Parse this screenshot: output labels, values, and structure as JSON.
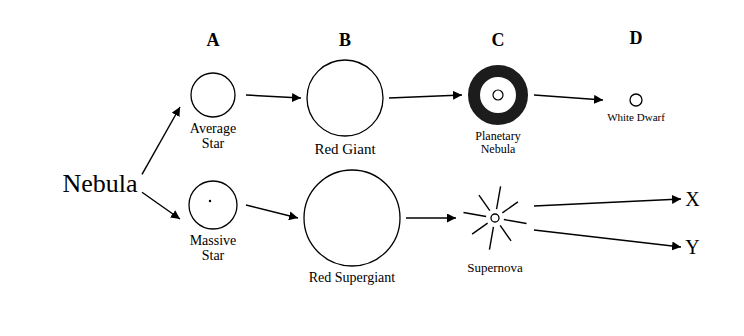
{
  "diagram": {
    "nodes": [
      {
        "text": [
          "Nebula"
        ]
      },
      {
        "text": [
          "Average Star"
        ]
      },
      {
        "text": [
          "Red Giant"
        ]
      },
      {
        "text": [
          "Planetary Nebula"
        ]
      },
      {
        "text": [
          "White Dwarf"
        ]
      },
      {
        "text": [
          "Massive Star"
        ]
      },
      {
        "text": [
          "Red Supergiant"
        ]
      },
      {
        "text": [
          "Supernova"
        ]
      },
      {
        "text": [
          "X"
        ]
      },
      {
        "text": [
          "Y"
        ]
      }
    ],
    "edges": [
      {
        "from": 0,
        "to": 1,
        "arrow": "to"
      },
      {
        "from": 0,
        "to": 5,
        "arrow": "to"
      },
      {
        "from": 1,
        "to": 2,
        "arrow": "to"
      },
      {
        "from": 2,
        "to": 3,
        "arrow": "to"
      },
      {
        "from": 3,
        "to": 4,
        "arrow": "to"
      },
      {
        "from": 5,
        "to": 6,
        "arrow": "to"
      },
      {
        "from": 6,
        "to": 7,
        "arrow": "to"
      },
      {
        "from": 7,
        "to": 8,
        "arrow": "to"
      },
      {
        "from": 7,
        "to": 9,
        "arrow": "to"
      }
    ],
    "labels": [
      "A",
      "B",
      "C",
      "D"
    ]
  }
}
